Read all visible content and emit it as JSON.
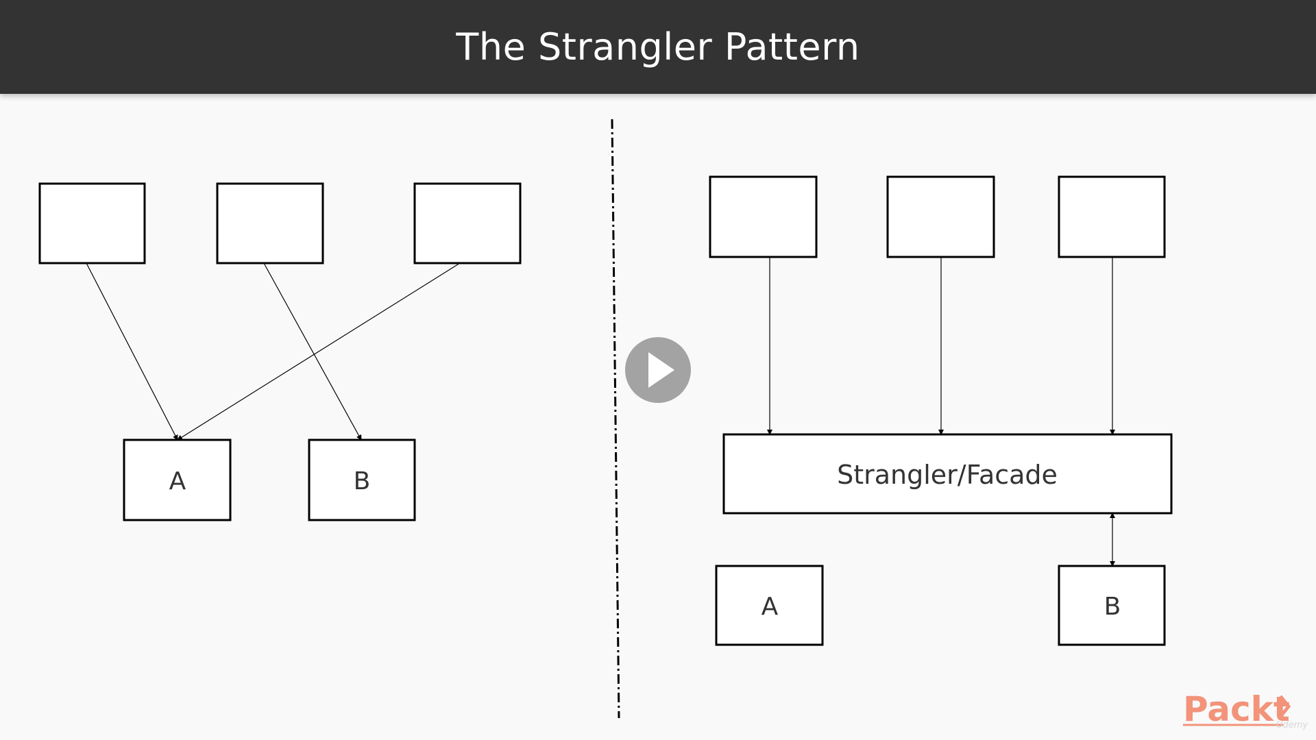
{
  "header": {
    "title": "The Strangler Pattern"
  },
  "diagram": {
    "left": {
      "service_a_label": "A",
      "service_b_label": "B"
    },
    "right": {
      "facade_label": "Strangler/Facade",
      "service_a_label": "A",
      "service_b_label": "B"
    }
  },
  "video": {
    "control_icon": "play-icon"
  },
  "branding": {
    "logo_text": "Packt",
    "watermark_text": "Udemy"
  },
  "colors": {
    "header_bg": "#333333",
    "background": "#f9f9f9",
    "play_button": "#9e9e9e",
    "logo": "#f2937a"
  }
}
